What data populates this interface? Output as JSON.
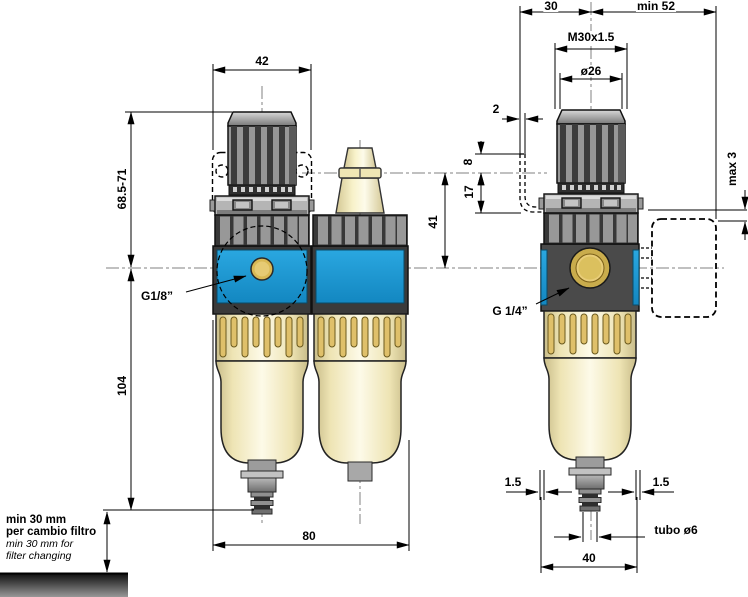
{
  "labels": {
    "dim_42": "42",
    "dim_68_71": "68.5-71",
    "dim_104": "104",
    "dim_80": "80",
    "port_left": "G1/8”",
    "dim_30": "30",
    "dim_min52": "min 52",
    "dim_m30": "M30x1.5",
    "dim_o26": "ø26",
    "dim_2": "2",
    "dim_8": "8",
    "dim_17": "17",
    "dim_41": "41",
    "dim_max3": "max 3",
    "port_right": "G 1/4”",
    "dim_15_left": "1.5",
    "dim_15_right": "1.5",
    "dim_tubo": "tubo ø6",
    "dim_40": "40",
    "note_line1": "min 30 mm",
    "note_line2": "per cambio filtro",
    "note_line3": "min 30 mm for",
    "note_line4": "filter changing"
  },
  "colors": {
    "body_blue": "#1F9CD8",
    "bowl_cream": "#F7F1CE",
    "rib_gold": "#DFC06A",
    "port_gold": "#D9B954",
    "metal_dark": "#3A3A3A",
    "metal_light": "#B8B8B8",
    "dimension_line": "#000000",
    "centerline_gray": "#808080"
  }
}
